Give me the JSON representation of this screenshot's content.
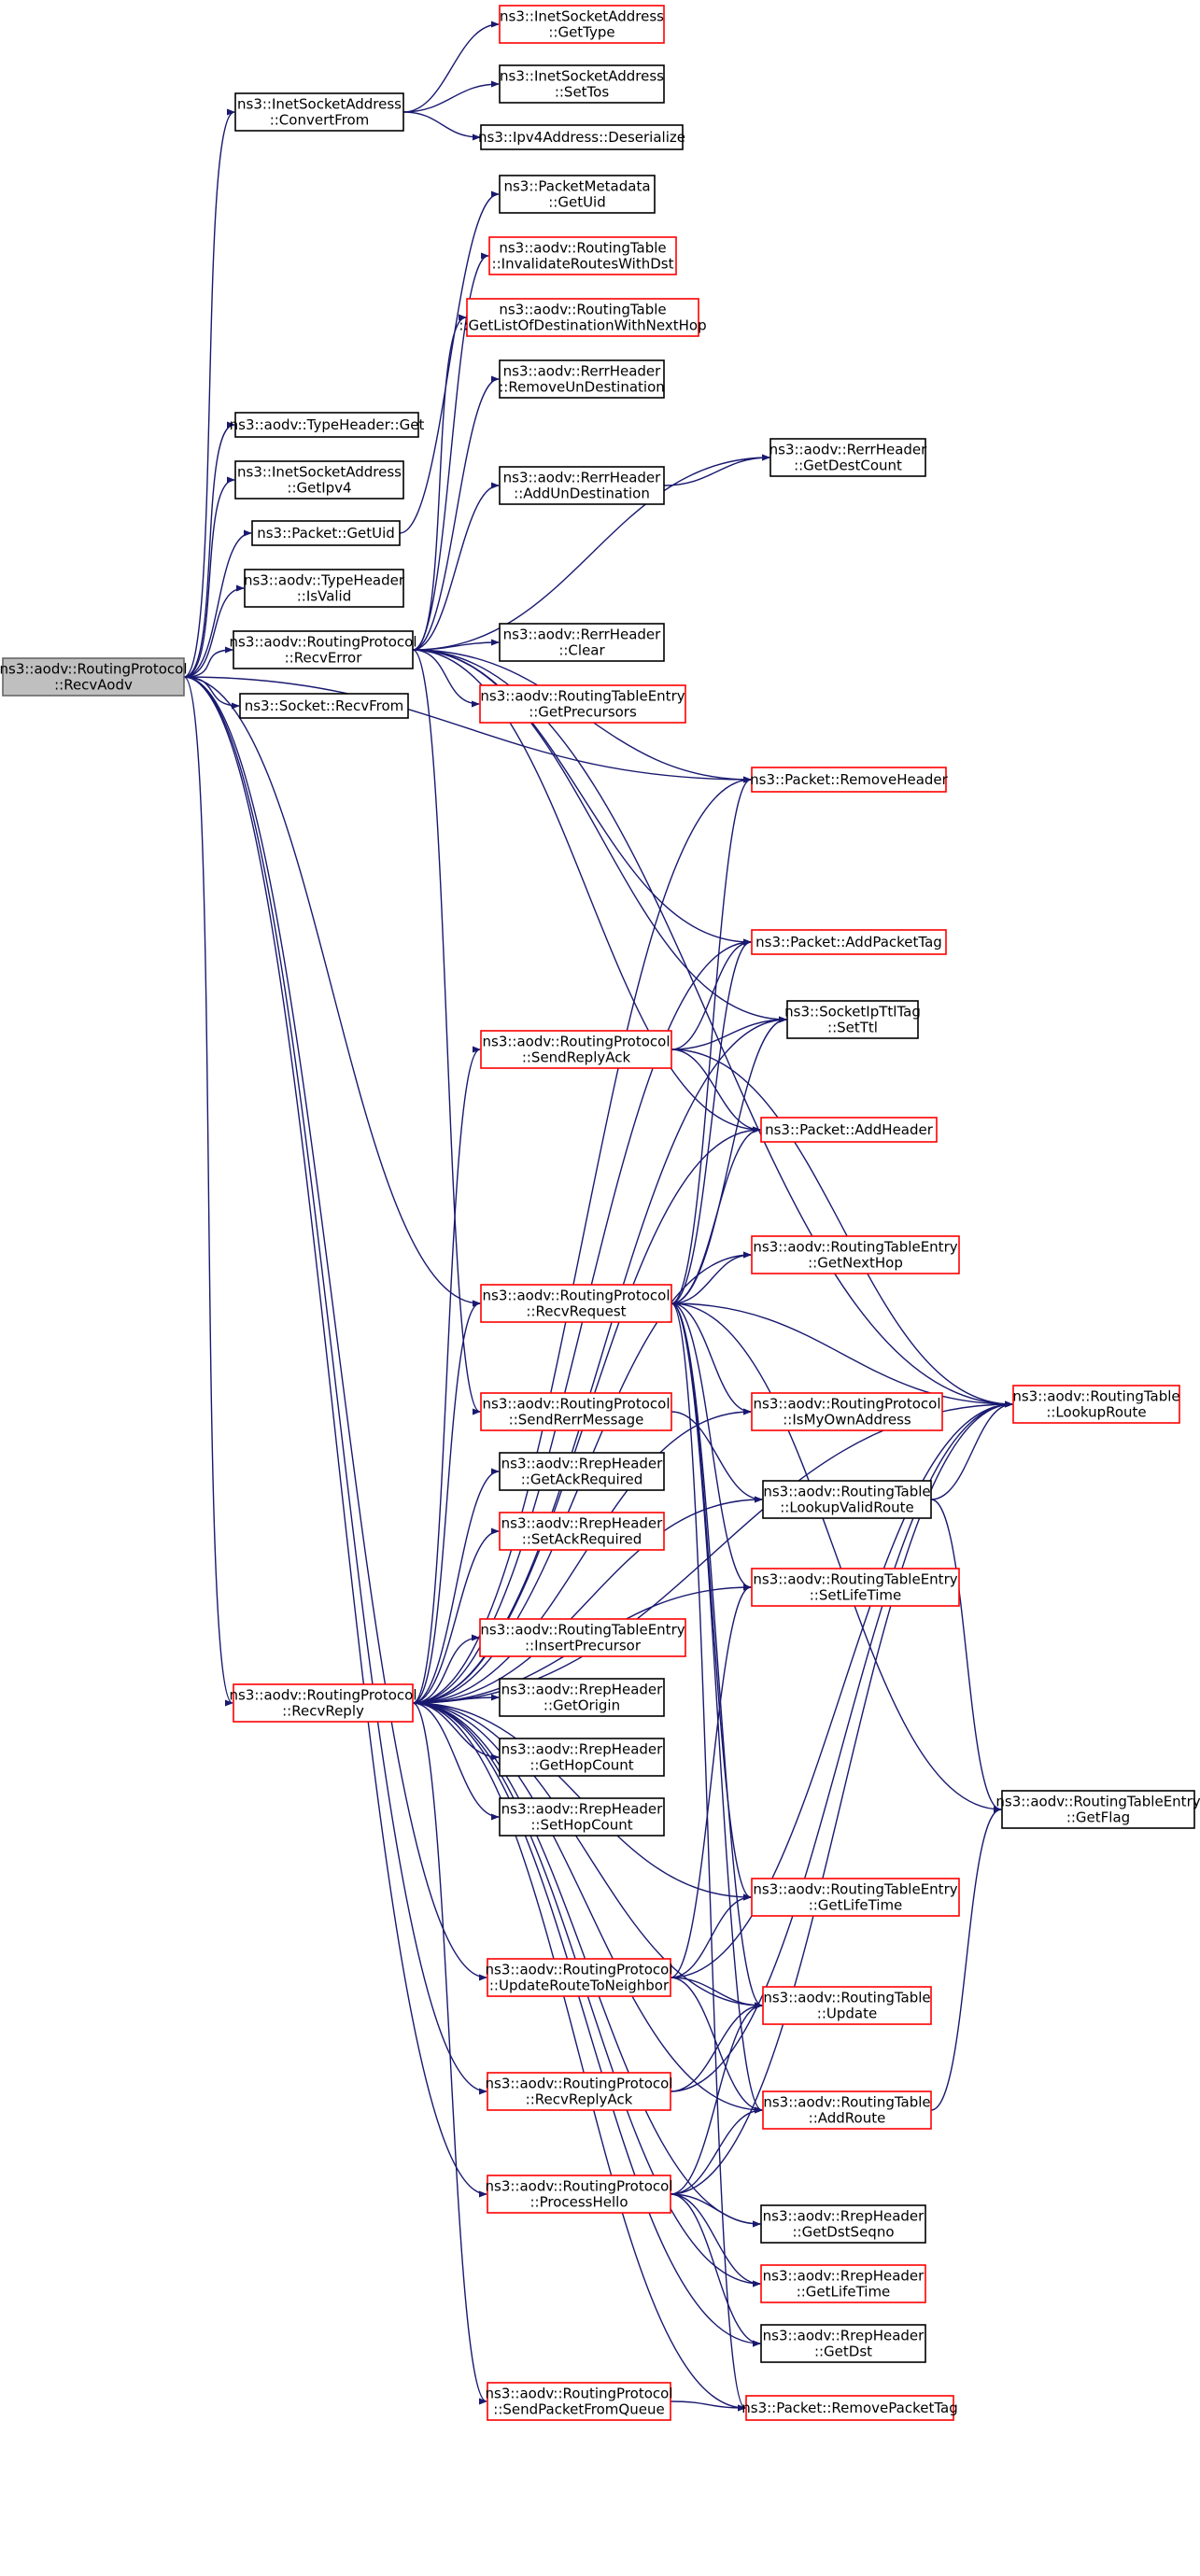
{
  "colors": {
    "edge": "#191970",
    "normal_border": "#000000",
    "linked_border": "#ff0000",
    "root_fill": "#bfbfbf",
    "root_border": "#666666"
  },
  "nodes": [
    {
      "id": "RecvAodv",
      "lines": [
        "ns3::aodv::RoutingProtocol",
        "::RecvAodv"
      ],
      "kind": "root"
    },
    {
      "id": "ConvertFrom",
      "lines": [
        "ns3::InetSocketAddress",
        "::ConvertFrom"
      ],
      "kind": "normal"
    },
    {
      "id": "ISA_GetType",
      "lines": [
        "ns3::InetSocketAddress",
        "::GetType"
      ],
      "kind": "linked"
    },
    {
      "id": "ISA_SetTos",
      "lines": [
        "ns3::InetSocketAddress",
        "::SetTos"
      ],
      "kind": "normal"
    },
    {
      "id": "Ipv4_Deserialize",
      "lines": [
        "ns3::Ipv4Address::Deserialize"
      ],
      "kind": "normal"
    },
    {
      "id": "PM_GetUid",
      "lines": [
        "ns3::PacketMetadata",
        "::GetUid"
      ],
      "kind": "normal"
    },
    {
      "id": "RT_Invalidate",
      "lines": [
        "ns3::aodv::RoutingTable",
        "::InvalidateRoutesWithDst"
      ],
      "kind": "linked"
    },
    {
      "id": "RT_GetListDest",
      "lines": [
        "ns3::aodv::RoutingTable",
        "::GetListOfDestinationWithNextHop"
      ],
      "kind": "linked"
    },
    {
      "id": "RERR_Remove",
      "lines": [
        "ns3::aodv::RerrHeader",
        "::RemoveUnDestination"
      ],
      "kind": "normal"
    },
    {
      "id": "TH_Get",
      "lines": [
        "ns3::aodv::TypeHeader::Get"
      ],
      "kind": "normal"
    },
    {
      "id": "RERR_GetDestCount",
      "lines": [
        "ns3::aodv::RerrHeader",
        "::GetDestCount"
      ],
      "kind": "normal"
    },
    {
      "id": "ISA_GetIpv4",
      "lines": [
        "ns3::InetSocketAddress",
        "::GetIpv4"
      ],
      "kind": "normal"
    },
    {
      "id": "RERR_Add",
      "lines": [
        "ns3::aodv::RerrHeader",
        "::AddUnDestination"
      ],
      "kind": "normal"
    },
    {
      "id": "P_GetUid",
      "lines": [
        "ns3::Packet::GetUid"
      ],
      "kind": "normal"
    },
    {
      "id": "TH_IsValid",
      "lines": [
        "ns3::aodv::TypeHeader",
        "::IsValid"
      ],
      "kind": "normal"
    },
    {
      "id": "RecvError",
      "lines": [
        "ns3::aodv::RoutingProtocol",
        "::RecvError"
      ],
      "kind": "normal"
    },
    {
      "id": "RERR_Clear",
      "lines": [
        "ns3::aodv::RerrHeader",
        "::Clear"
      ],
      "kind": "normal"
    },
    {
      "id": "RTE_GetPrec",
      "lines": [
        "ns3::aodv::RoutingTableEntry",
        "::GetPrecursors"
      ],
      "kind": "linked"
    },
    {
      "id": "Socket_RecvFrom",
      "lines": [
        "ns3::Socket::RecvFrom"
      ],
      "kind": "normal"
    },
    {
      "id": "P_RemoveHeader",
      "lines": [
        "ns3::Packet::RemoveHeader"
      ],
      "kind": "linked"
    },
    {
      "id": "P_AddPacketTag",
      "lines": [
        "ns3::Packet::AddPacketTag"
      ],
      "kind": "linked"
    },
    {
      "id": "SendReplyAck",
      "lines": [
        "ns3::aodv::RoutingProtocol",
        "::SendReplyAck"
      ],
      "kind": "linked"
    },
    {
      "id": "SIT_SetTtl",
      "lines": [
        "ns3::SocketIpTtlTag",
        "::SetTtl"
      ],
      "kind": "normal"
    },
    {
      "id": "P_AddHeader",
      "lines": [
        "ns3::Packet::AddHeader"
      ],
      "kind": "linked"
    },
    {
      "id": "RTE_GetNextHop",
      "lines": [
        "ns3::aodv::RoutingTableEntry",
        "::GetNextHop"
      ],
      "kind": "linked"
    },
    {
      "id": "RecvRequest",
      "lines": [
        "ns3::aodv::RoutingProtocol",
        "::RecvRequest"
      ],
      "kind": "linked"
    },
    {
      "id": "RT_LookupRoute",
      "lines": [
        "ns3::aodv::RoutingTable",
        "::LookupRoute"
      ],
      "kind": "linked"
    },
    {
      "id": "SendRerrMessage",
      "lines": [
        "ns3::aodv::RoutingProtocol",
        "::SendRerrMessage"
      ],
      "kind": "linked"
    },
    {
      "id": "IsMyOwnAddress",
      "lines": [
        "ns3::aodv::RoutingProtocol",
        "::IsMyOwnAddress"
      ],
      "kind": "linked"
    },
    {
      "id": "RREP_GetAckReq",
      "lines": [
        "ns3::aodv::RrepHeader",
        "::GetAckRequired"
      ],
      "kind": "normal"
    },
    {
      "id": "RT_LookupValid",
      "lines": [
        "ns3::aodv::RoutingTable",
        "::LookupValidRoute"
      ],
      "kind": "normal"
    },
    {
      "id": "RREP_SetAckReq",
      "lines": [
        "ns3::aodv::RrepHeader",
        "::SetAckRequired"
      ],
      "kind": "linked"
    },
    {
      "id": "RTE_SetLifeTime",
      "lines": [
        "ns3::aodv::RoutingTableEntry",
        "::SetLifeTime"
      ],
      "kind": "linked"
    },
    {
      "id": "RTE_InsertPrec",
      "lines": [
        "ns3::aodv::RoutingTableEntry",
        "::InsertPrecursor"
      ],
      "kind": "linked"
    },
    {
      "id": "RecvReply",
      "lines": [
        "ns3::aodv::RoutingProtocol",
        "::RecvReply"
      ],
      "kind": "linked"
    },
    {
      "id": "RREP_GetOrigin",
      "lines": [
        "ns3::aodv::RrepHeader",
        "::GetOrigin"
      ],
      "kind": "normal"
    },
    {
      "id": "RREP_GetHopCount",
      "lines": [
        "ns3::aodv::RrepHeader",
        "::GetHopCount"
      ],
      "kind": "normal"
    },
    {
      "id": "RTE_GetFlag",
      "lines": [
        "ns3::aodv::RoutingTableEntry",
        "::GetFlag"
      ],
      "kind": "normal"
    },
    {
      "id": "RREP_SetHopCount",
      "lines": [
        "ns3::aodv::RrepHeader",
        "::SetHopCount"
      ],
      "kind": "normal"
    },
    {
      "id": "RTE_GetLifeTime",
      "lines": [
        "ns3::aodv::RoutingTableEntry",
        "::GetLifeTime"
      ],
      "kind": "linked"
    },
    {
      "id": "UpdateRouteToNeighbor",
      "lines": [
        "ns3::aodv::RoutingProtocol",
        "::UpdateRouteToNeighbor"
      ],
      "kind": "linked"
    },
    {
      "id": "RT_Update",
      "lines": [
        "ns3::aodv::RoutingTable",
        "::Update"
      ],
      "kind": "linked"
    },
    {
      "id": "RecvReplyAck",
      "lines": [
        "ns3::aodv::RoutingProtocol",
        "::RecvReplyAck"
      ],
      "kind": "linked"
    },
    {
      "id": "RT_AddRoute",
      "lines": [
        "ns3::aodv::RoutingTable",
        "::AddRoute"
      ],
      "kind": "linked"
    },
    {
      "id": "ProcessHello",
      "lines": [
        "ns3::aodv::RoutingProtocol",
        "::ProcessHello"
      ],
      "kind": "linked"
    },
    {
      "id": "RREP_GetDstSeqno",
      "lines": [
        "ns3::aodv::RrepHeader",
        "::GetDstSeqno"
      ],
      "kind": "normal"
    },
    {
      "id": "RREP_GetLifeTime",
      "lines": [
        "ns3::aodv::RrepHeader",
        "::GetLifeTime"
      ],
      "kind": "linked"
    },
    {
      "id": "RREP_GetDst",
      "lines": [
        "ns3::aodv::RrepHeader",
        "::GetDst"
      ],
      "kind": "normal"
    },
    {
      "id": "SendPacketFromQueue",
      "lines": [
        "ns3::aodv::RoutingProtocol",
        "::SendPacketFromQueue"
      ],
      "kind": "linked"
    },
    {
      "id": "P_RemovePacketTag",
      "lines": [
        "ns3::Packet::RemovePacketTag"
      ],
      "kind": "linked"
    }
  ],
  "edges": [
    [
      "RecvAodv",
      "ConvertFrom"
    ],
    [
      "RecvAodv",
      "TH_Get"
    ],
    [
      "RecvAodv",
      "ISA_GetIpv4"
    ],
    [
      "RecvAodv",
      "P_GetUid"
    ],
    [
      "RecvAodv",
      "TH_IsValid"
    ],
    [
      "RecvAodv",
      "RecvError"
    ],
    [
      "RecvAodv",
      "Socket_RecvFrom"
    ],
    [
      "RecvAodv",
      "P_RemoveHeader"
    ],
    [
      "RecvAodv",
      "RecvRequest"
    ],
    [
      "RecvAodv",
      "RecvReply"
    ],
    [
      "RecvAodv",
      "UpdateRouteToNeighbor"
    ],
    [
      "RecvAodv",
      "RecvReplyAck"
    ],
    [
      "RecvAodv",
      "ProcessHello"
    ],
    [
      "ConvertFrom",
      "ISA_GetType"
    ],
    [
      "ConvertFrom",
      "ISA_SetTos"
    ],
    [
      "ConvertFrom",
      "Ipv4_Deserialize"
    ],
    [
      "P_GetUid",
      "PM_GetUid"
    ],
    [
      "RecvError",
      "RT_Invalidate"
    ],
    [
      "RecvError",
      "RT_GetListDest"
    ],
    [
      "RecvError",
      "RERR_Remove"
    ],
    [
      "RecvError",
      "RERR_GetDestCount"
    ],
    [
      "RecvError",
      "RERR_Add"
    ],
    [
      "RecvError",
      "RERR_Clear"
    ],
    [
      "RecvError",
      "RTE_GetPrec"
    ],
    [
      "RecvError",
      "P_RemoveHeader"
    ],
    [
      "RecvError",
      "P_AddPacketTag"
    ],
    [
      "RecvError",
      "SIT_SetTtl"
    ],
    [
      "RecvError",
      "P_AddHeader"
    ],
    [
      "RecvError",
      "RT_LookupRoute"
    ],
    [
      "RecvError",
      "SendRerrMessage"
    ],
    [
      "RERR_Add",
      "RERR_GetDestCount"
    ],
    [
      "SendReplyAck",
      "P_AddPacketTag"
    ],
    [
      "SendReplyAck",
      "SIT_SetTtl"
    ],
    [
      "SendReplyAck",
      "P_AddHeader"
    ],
    [
      "SendReplyAck",
      "RT_LookupRoute"
    ],
    [
      "RecvRequest",
      "P_RemoveHeader"
    ],
    [
      "RecvRequest",
      "P_AddPacketTag"
    ],
    [
      "RecvRequest",
      "SIT_SetTtl"
    ],
    [
      "RecvRequest",
      "P_AddHeader"
    ],
    [
      "RecvRequest",
      "RTE_GetNextHop"
    ],
    [
      "RecvRequest",
      "RT_LookupRoute"
    ],
    [
      "RecvRequest",
      "IsMyOwnAddress"
    ],
    [
      "RecvRequest",
      "RTE_SetLifeTime"
    ],
    [
      "RecvRequest",
      "RTE_GetFlag"
    ],
    [
      "RecvRequest",
      "RTE_GetLifeTime"
    ],
    [
      "RecvRequest",
      "RT_Update"
    ],
    [
      "RecvRequest",
      "RT_AddRoute"
    ],
    [
      "RecvRequest",
      "P_RemovePacketTag"
    ],
    [
      "SendRerrMessage",
      "RT_LookupValid"
    ],
    [
      "RT_LookupValid",
      "RT_LookupRoute"
    ],
    [
      "RT_LookupValid",
      "RTE_GetFlag"
    ],
    [
      "RecvReply",
      "P_RemoveHeader"
    ],
    [
      "RecvReply",
      "P_AddPacketTag"
    ],
    [
      "RecvReply",
      "SIT_SetTtl"
    ],
    [
      "RecvReply",
      "SendReplyAck"
    ],
    [
      "RecvReply",
      "P_AddHeader"
    ],
    [
      "RecvReply",
      "RTE_GetNextHop"
    ],
    [
      "RecvReply",
      "RT_LookupRoute"
    ],
    [
      "RecvReply",
      "IsMyOwnAddress"
    ],
    [
      "RecvReply",
      "RREP_GetAckReq"
    ],
    [
      "RecvReply",
      "RT_LookupValid"
    ],
    [
      "RecvReply",
      "RREP_SetAckReq"
    ],
    [
      "RecvReply",
      "RTE_SetLifeTime"
    ],
    [
      "RecvReply",
      "RTE_InsertPrec"
    ],
    [
      "RecvReply",
      "RREP_GetOrigin"
    ],
    [
      "RecvReply",
      "RREP_GetHopCount"
    ],
    [
      "RecvReply",
      "RREP_SetHopCount"
    ],
    [
      "RecvReply",
      "RTE_GetLifeTime"
    ],
    [
      "RecvReply",
      "RT_Update"
    ],
    [
      "RecvReply",
      "RT_AddRoute"
    ],
    [
      "RecvReply",
      "RREP_GetDstSeqno"
    ],
    [
      "RecvReply",
      "RREP_GetLifeTime"
    ],
    [
      "RecvReply",
      "RREP_GetDst"
    ],
    [
      "RecvReply",
      "SendPacketFromQueue"
    ],
    [
      "RecvReply",
      "P_RemovePacketTag"
    ],
    [
      "RecvReply",
      "RecvRequest"
    ],
    [
      "UpdateRouteToNeighbor",
      "RTE_GetLifeTime"
    ],
    [
      "UpdateRouteToNeighbor",
      "RT_Update"
    ],
    [
      "UpdateRouteToNeighbor",
      "RT_AddRoute"
    ],
    [
      "UpdateRouteToNeighbor",
      "RT_LookupRoute"
    ],
    [
      "UpdateRouteToNeighbor",
      "RTE_SetLifeTime"
    ],
    [
      "RecvReplyAck",
      "RT_Update"
    ],
    [
      "RecvReplyAck",
      "RT_LookupRoute"
    ],
    [
      "RT_AddRoute",
      "RTE_GetFlag"
    ],
    [
      "ProcessHello",
      "RT_Update"
    ],
    [
      "ProcessHello",
      "RT_AddRoute"
    ],
    [
      "ProcessHello",
      "RT_LookupRoute"
    ],
    [
      "ProcessHello",
      "RREP_GetDstSeqno"
    ],
    [
      "ProcessHello",
      "RREP_GetLifeTime"
    ],
    [
      "ProcessHello",
      "RREP_GetDst"
    ],
    [
      "SendPacketFromQueue",
      "P_RemovePacketTag"
    ]
  ]
}
